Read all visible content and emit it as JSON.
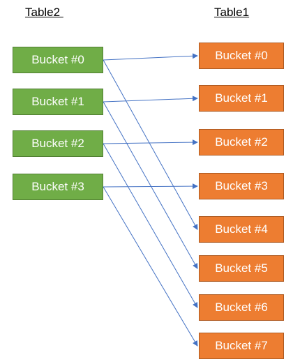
{
  "left_table": {
    "title": "Table2 ",
    "buckets": [
      "Bucket #0",
      "Bucket #1",
      "Bucket #2",
      "Bucket #3"
    ]
  },
  "right_table": {
    "title": "Table1",
    "buckets": [
      "Bucket #0",
      "Bucket #1",
      "Bucket #2",
      "Bucket #3",
      "Bucket #4",
      "Bucket #5",
      "Bucket #6",
      "Bucket #7"
    ]
  },
  "connections": [
    {
      "from": 0,
      "to": 0
    },
    {
      "from": 0,
      "to": 4
    },
    {
      "from": 1,
      "to": 1
    },
    {
      "from": 1,
      "to": 5
    },
    {
      "from": 2,
      "to": 2
    },
    {
      "from": 2,
      "to": 6
    },
    {
      "from": 3,
      "to": 3
    },
    {
      "from": 3,
      "to": 7
    }
  ],
  "colors": {
    "left_fill": "#70ad47",
    "right_fill": "#ed7d31",
    "arrow": "#4472c4"
  }
}
